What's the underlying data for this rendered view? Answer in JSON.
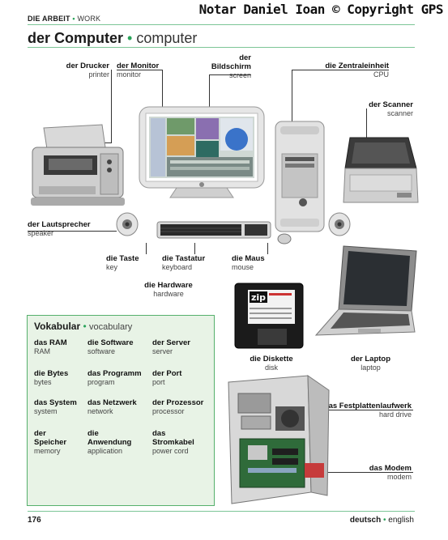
{
  "header": {
    "section_de": "DIE ARBEIT",
    "section_en": "WORK",
    "title_de": "der Computer",
    "title_en": "computer",
    "watermark": "Notar Daniel Ioan © Copyright GPS"
  },
  "labels": {
    "printer_de": "der Drucker",
    "printer_en": "printer",
    "monitor_de": "der Monitor",
    "monitor_en": "monitor",
    "screen_de1": "der",
    "screen_de2": "Bildschirm",
    "screen_en": "screen",
    "cpu_de": "die Zentraleinheit",
    "cpu_en": "CPU",
    "scanner_de": "der Scanner",
    "scanner_en": "scanner",
    "speaker_de": "der Lautsprecher",
    "speaker_en": "speaker",
    "key_de": "die Taste",
    "key_en": "key",
    "keyboard_de": "die Tastatur",
    "keyboard_en": "keyboard",
    "mouse_de": "die Maus",
    "mouse_en": "mouse",
    "hardware_de": "die Hardware",
    "hardware_en": "hardware",
    "disk_de": "die Diskette",
    "disk_en": "disk",
    "laptop_de": "der Laptop",
    "laptop_en": "laptop",
    "harddrive_de": "das Festplattenlaufwerk",
    "harddrive_en": "hard drive",
    "modem_de": "das Modem",
    "modem_en": "modem"
  },
  "disk_brand": "zip",
  "vocab": {
    "title_de": "Vokabular",
    "title_en": "vocabulary",
    "items": [
      {
        "de": "das RAM",
        "en": "RAM"
      },
      {
        "de": "die Software",
        "en": "software"
      },
      {
        "de": "der Server",
        "en": "server"
      },
      {
        "de": "die Bytes",
        "en": "bytes"
      },
      {
        "de": "das Programm",
        "en": "program"
      },
      {
        "de": "der Port",
        "en": "port"
      },
      {
        "de": "das System",
        "en": "system"
      },
      {
        "de": "das Netzwerk",
        "en": "network"
      },
      {
        "de": "der Prozessor",
        "en": "processor"
      },
      {
        "de1": "der",
        "de2": "Speicher",
        "en": "memory"
      },
      {
        "de1": "die",
        "de2": "Anwendung",
        "en": "application"
      },
      {
        "de1": "das",
        "de2": "Stromkabel",
        "en": "power cord"
      }
    ]
  },
  "footer": {
    "page": "176",
    "lang_de": "deutsch",
    "lang_en": "english"
  },
  "colors": {
    "accent": "#2aa35a",
    "vocab_bg": "#e8f3e6",
    "vocab_border": "#56b06c"
  }
}
